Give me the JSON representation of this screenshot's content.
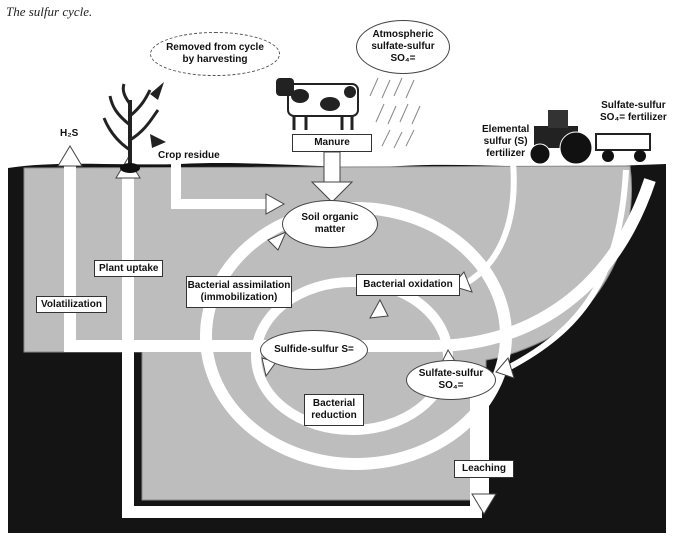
{
  "title": "The sulfur cycle.",
  "labels": {
    "removed": [
      "Removed from cycle",
      "by harvesting"
    ],
    "atmospheric": [
      "Atmospheric",
      "sulfate-sulfur",
      "SO₄="
    ],
    "h2s": "H₂S",
    "crop_residue": "Crop residue",
    "manure": "Manure",
    "elemental": [
      "Elemental",
      "sulfur (S)",
      "fertilizer"
    ],
    "sulfate_fert": [
      "Sulfate-sulfur",
      "SO₄= fertilizer"
    ],
    "soil_organic": [
      "Soil organic",
      "matter"
    ],
    "plant_uptake": "Plant uptake",
    "volatilization": "Volatilization",
    "bact_assim": [
      "Bacterial assimilation",
      "(immobilization)"
    ],
    "bact_oxid": "Bacterial oxidation",
    "sulfide": "Sulfide-sulfur S=",
    "bact_reduction": [
      "Bacterial",
      "reduction"
    ],
    "sulfate_soil": [
      "Sulfate-sulfur",
      "SO₄="
    ],
    "leaching": "Leaching"
  }
}
